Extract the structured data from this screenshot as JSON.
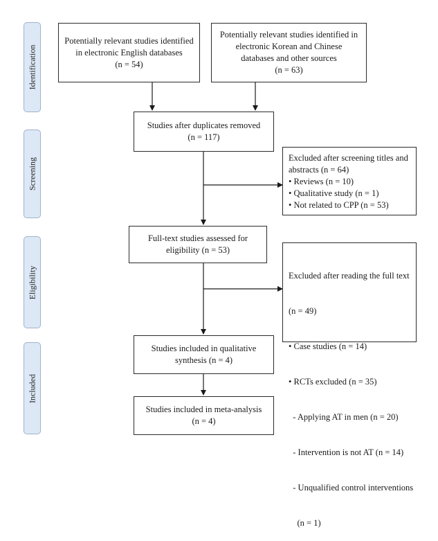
{
  "phases": {
    "identification": "Identification",
    "screening": "Screening",
    "eligibility": "Eligibility",
    "included": "Included"
  },
  "boxes": {
    "english": {
      "lines": [
        "Potentially relevant studies identified",
        "in electronic English databases",
        "(n = 54)"
      ]
    },
    "korean_chinese": {
      "lines": [
        "Potentially relevant studies identified in",
        "electronic Korean and Chinese",
        "databases and other sources",
        "(n = 63)"
      ]
    },
    "after_duplicates": {
      "lines": [
        "Studies after duplicates removed",
        "(n = 117)"
      ]
    },
    "excluded_screening": {
      "lines": [
        "Excluded after screening titles and",
        "abstracts (n = 64)",
        "• Reviews (n = 10)",
        "• Qualitative study (n = 1)",
        "• Not related to CPP (n = 53)"
      ]
    },
    "full_text": {
      "lines": [
        "Full-text studies assessed for",
        "eligibility (n = 53)"
      ]
    },
    "excluded_full_text": {
      "lines": [
        "Excluded after reading the full text",
        "(n = 49)",
        "• Case studies (n = 14)",
        "• RCTs excluded (n = 35)",
        "  - Applying AT in men (n = 20)",
        "  - Intervention is not AT (n = 14)",
        "  - Unqualified control interventions",
        "    (n = 1)"
      ]
    },
    "qualitative": {
      "lines": [
        "Studies included in qualitative",
        "synthesis (n = 4)"
      ]
    },
    "meta": {
      "lines": [
        "Studies included in meta-analysis",
        "(n = 4)"
      ]
    }
  }
}
